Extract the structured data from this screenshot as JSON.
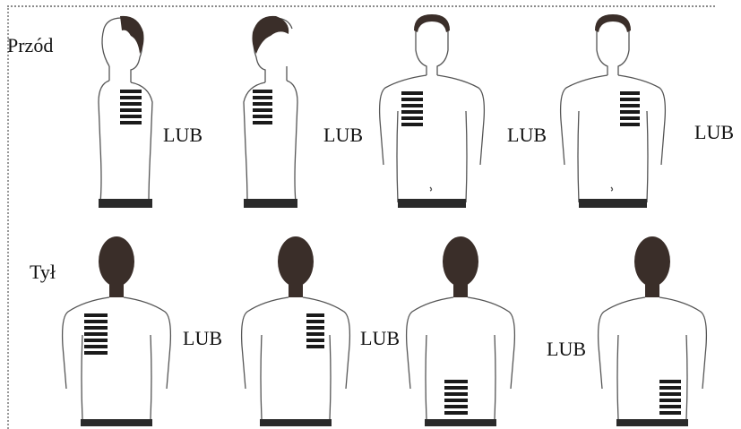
{
  "rows": {
    "front": {
      "label": "Przód"
    },
    "back": {
      "label": "Tył"
    }
  },
  "separator": "LUB",
  "figures": [
    {
      "row": "front",
      "view": "side-right",
      "patch": "chest-side"
    },
    {
      "row": "front",
      "view": "side-left",
      "patch": "chest-side"
    },
    {
      "row": "front",
      "view": "front",
      "patch": "upper-right-chest"
    },
    {
      "row": "front",
      "view": "front",
      "patch": "upper-left-chest"
    },
    {
      "row": "back",
      "view": "back",
      "patch": "upper-left-back"
    },
    {
      "row": "back",
      "view": "back",
      "patch": "upper-right-back"
    },
    {
      "row": "back",
      "view": "back",
      "patch": "lower-left-back"
    },
    {
      "row": "back",
      "view": "back",
      "patch": "lower-right-back"
    }
  ],
  "colors": {
    "hair": "#3a2e29",
    "patch": "#1a1a1a",
    "outline": "#555555",
    "waistband": "#2a2a2a"
  }
}
